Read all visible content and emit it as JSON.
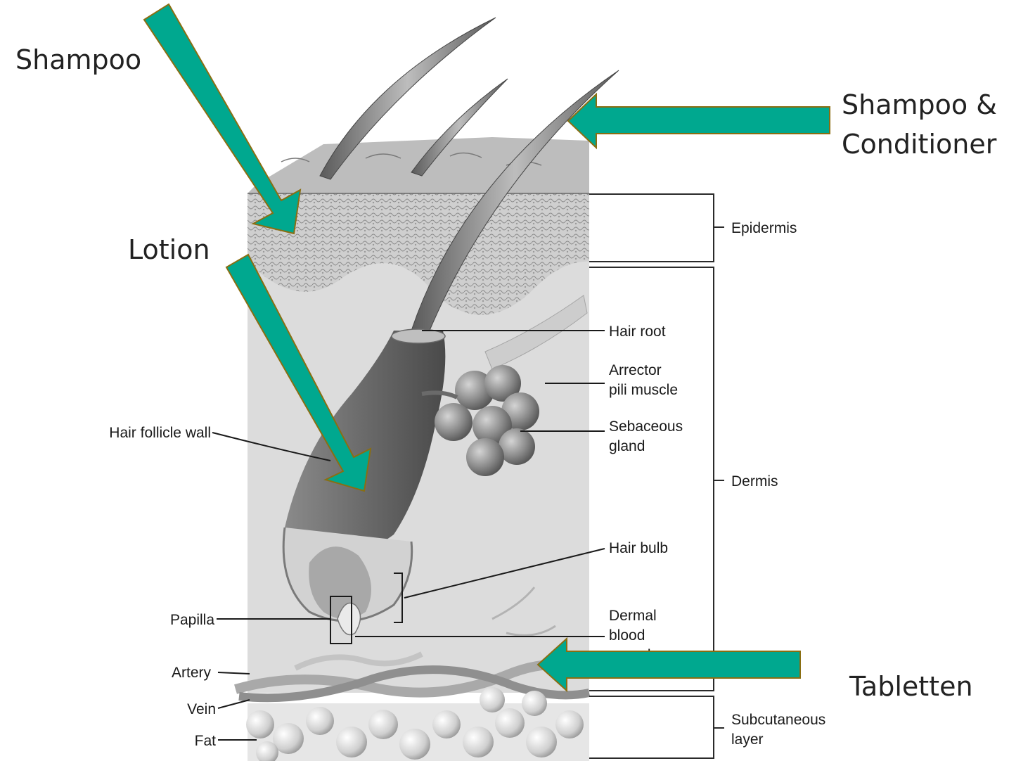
{
  "annotations": {
    "shampoo": "Shampoo",
    "shampoo_conditioner_line1": "Shampoo &",
    "shampoo_conditioner_line2": "Conditioner",
    "lotion": "Lotion",
    "tabletten": "Tabletten"
  },
  "labels": {
    "epidermis": "Epidermis",
    "dermis": "Dermis",
    "subcutaneous_line1": "Subcutaneous",
    "subcutaneous_line2": "layer",
    "hair_root": "Hair root",
    "arrector_line1": "Arrector",
    "arrector_line2": "pili muscle",
    "sebaceous_line1": "Sebaceous",
    "sebaceous_line2": "gland",
    "hair_follicle_wall": "Hair follicle wall",
    "hair_bulb": "Hair bulb",
    "dermal_line1": "Dermal",
    "dermal_line2": "blood",
    "dermal_line3": "vessels",
    "papilla": "Papilla",
    "artery": "Artery",
    "vein": "Vein",
    "fat": "Fat"
  },
  "colors": {
    "arrow_fill": "#00A88F",
    "arrow_outline": "#8A6E12"
  }
}
